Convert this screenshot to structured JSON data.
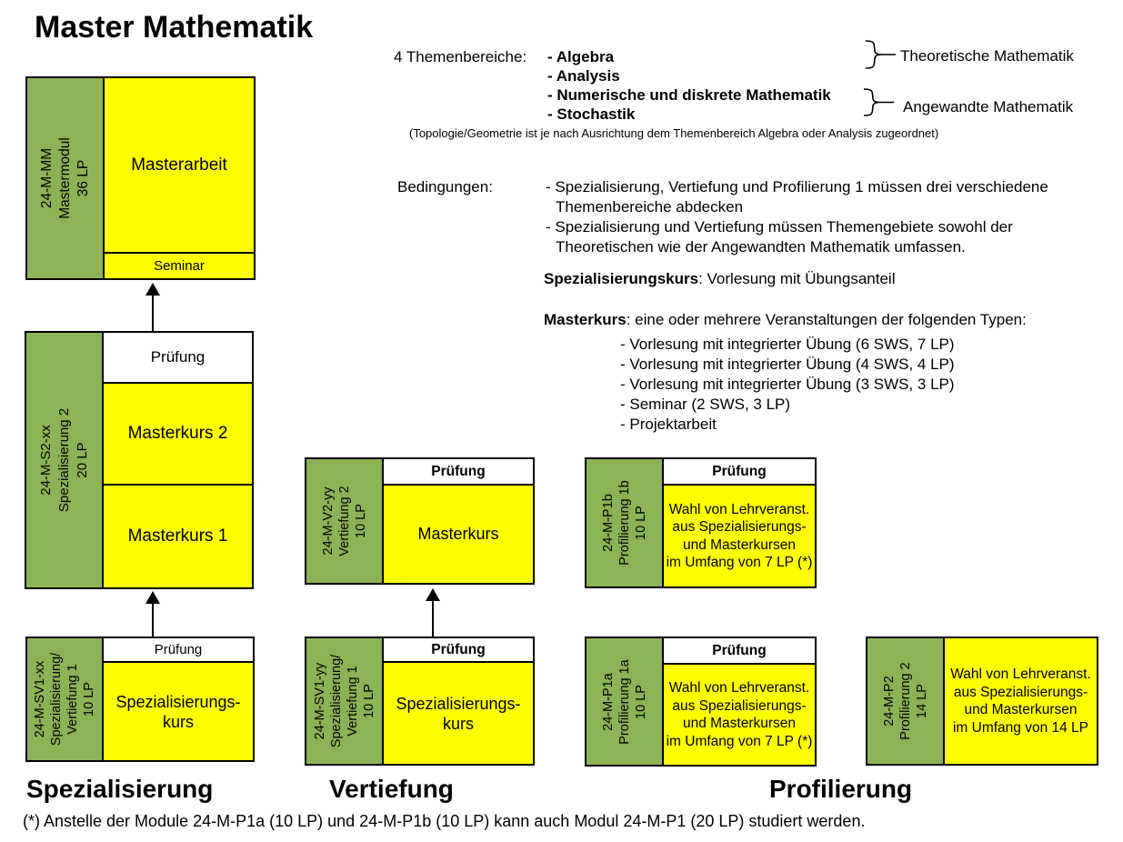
{
  "title": "Master Mathematik",
  "themen": {
    "label": "4 Themenbereiche:",
    "items": [
      "- Algebra",
      "- Analysis",
      "- Numerische und diskrete Mathematik",
      "- Stochastik"
    ],
    "group_theoretisch": "Theoretische Mathematik",
    "group_angewandt": "Angewandte Mathematik",
    "note": "(Topologie/Geometrie ist je nach Ausrichtung dem Themenbereich Algebra oder Analysis zugeordnet)"
  },
  "bedingungen": {
    "label": "Bedingungen:",
    "lines": [
      "- Spezialisierung, Vertiefung und Profilierung 1 müssen drei verschiedene",
      "Themenbereiche abdecken",
      "- Spezialisierung und Vertiefung müssen Themengebiete sowohl der",
      "Theoretischen wie der Angewandten Mathematik umfassen."
    ]
  },
  "spezkurs": {
    "term": "Spezialisierungskurs",
    "rest": ": Vorlesung mit Übungsanteil"
  },
  "masterkurs": {
    "term": "Masterkurs",
    "rest": ": eine oder mehrere Veranstaltungen der folgenden Typen:",
    "items": [
      "- Vorlesung mit integrierter Übung (6 SWS, 7 LP)",
      "- Vorlesung mit integrierter Übung (4 SWS, 4 LP)",
      "- Vorlesung mit integrierter Übung (3 SWS, 3 LP)",
      "- Seminar (2 SWS, 3 LP)",
      "- Projektarbeit"
    ]
  },
  "modules": {
    "mm": {
      "label_lines": [
        "24-M-MM",
        "Mastermodul",
        "36 LP"
      ],
      "main": "Masterarbeit",
      "seminar": "Seminar"
    },
    "s2": {
      "label_lines": [
        "24-M-S2-xx",
        "Spezialisierung 2",
        "20 LP"
      ],
      "pruefung": "Prüfung",
      "kurs2": "Masterkurs 2",
      "kurs1": "Masterkurs 1"
    },
    "sv1xx": {
      "label_lines": [
        "24-M-SV1-xx",
        "Spezialisierung/",
        "Vertiefung 1",
        "10 LP"
      ],
      "pruefung": "Prüfung",
      "kurs_lines": [
        "Spezialisierungs-",
        "kurs"
      ]
    },
    "v2": {
      "label_lines": [
        "24-M-V2-yy",
        "Vertiefung 2",
        "10 LP"
      ],
      "pruefung": "Prüfung",
      "kurs": "Masterkurs"
    },
    "sv1yy": {
      "label_lines": [
        "24-M-SV1-yy",
        "Spezialisierung/",
        "Vertiefung 1",
        "10 LP"
      ],
      "pruefung": "Prüfung",
      "kurs_lines": [
        "Spezialisierungs-",
        "kurs"
      ]
    },
    "p1b": {
      "label_lines": [
        "24-M-P1b",
        "Profilierung 1b",
        "10 LP"
      ],
      "pruefung": "Prüfung",
      "content_lines": [
        "Wahl von Lehrveranst.",
        "aus Spezialisierungs-",
        "und Masterkursen",
        "im Umfang von 7 LP (*)"
      ]
    },
    "p1a": {
      "label_lines": [
        "24-M-P1a",
        "Profilierung 1a",
        "10 LP"
      ],
      "pruefung": "Prüfung",
      "content_lines": [
        "Wahl von Lehrveranst.",
        "aus Spezialisierungs-",
        "und Masterkursen",
        "im Umfang von 7 LP (*)"
      ]
    },
    "p2": {
      "label_lines": [
        "24-M-P2",
        "Profilierung 2",
        "14 LP"
      ],
      "content_lines": [
        "Wahl von Lehrveranst.",
        "aus Spezialisierungs-",
        "und Masterkursen",
        "im Umfang von 14 LP"
      ]
    }
  },
  "columns": {
    "spezialisierung": "Spezialisierung",
    "vertiefung": "Vertiefung",
    "profilierung": "Profilierung"
  },
  "footnote": "(*) Anstelle der Module 24-M-P1a (10 LP) und 24-M-P1b (10 LP) kann auch Modul 24-M-P1 (20 LP) studiert werden.",
  "colors": {
    "green": "#8CB356",
    "yellow": "#FFFF00",
    "border": "#000000"
  }
}
